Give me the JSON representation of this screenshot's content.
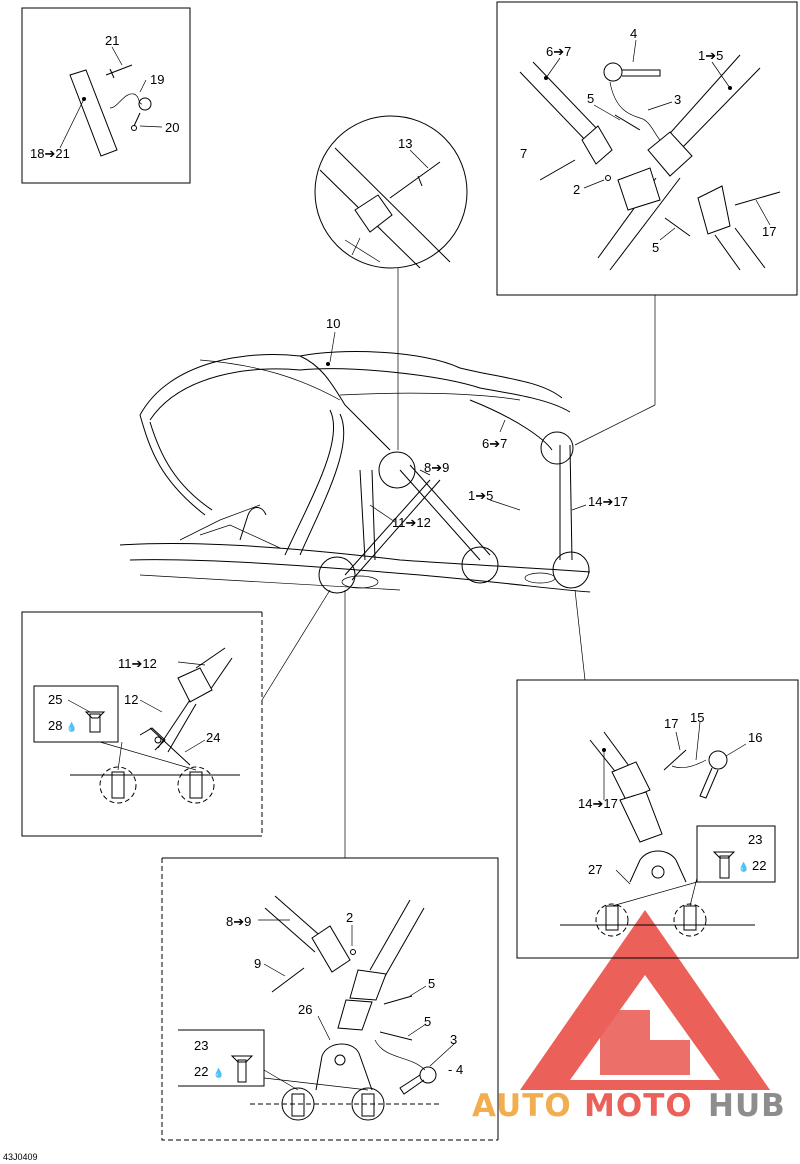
{
  "drawing_code": "43J0409",
  "watermark": {
    "part1": "AUTO",
    "part2": "MOTO",
    "part3": "HUB",
    "color_red": "#e8453c",
    "color_orange": "#f0a030",
    "color_gray": "#7a7a7a"
  },
  "callouts": {
    "c21": "21",
    "c19": "19",
    "c20": "20",
    "c18_21": "18➔21",
    "c13": "13",
    "c10": "10",
    "c4": "4",
    "c6_7a": "6➔7",
    "c1_5a": "1➔5",
    "c5a": "5",
    "c3a": "3",
    "c7a": "7",
    "c2a": "2",
    "c5b": "5",
    "c17a": "17",
    "c6_7b": "6➔7",
    "c8_9a": "8➔9",
    "c1_5b": "1➔5",
    "c14_17a": "14➔17",
    "c11_12a": "11➔12",
    "c11_12b": "11➔12",
    "c25": "25",
    "c28": "28",
    "c12": "12",
    "c24": "24",
    "c17b": "17",
    "c15": "15",
    "c16": "16",
    "c14_17b": "14➔17",
    "c23a": "23",
    "c22a": "22",
    "c27": "27",
    "c8_9b": "8➔9",
    "c2b": "2",
    "c9": "9",
    "c5c": "5",
    "c26": "26",
    "c5d": "5",
    "c3b": "3",
    "c4b": "- 4",
    "c23b": "23",
    "c22b": "22"
  },
  "icons": {
    "loctite": "drop-icon"
  }
}
